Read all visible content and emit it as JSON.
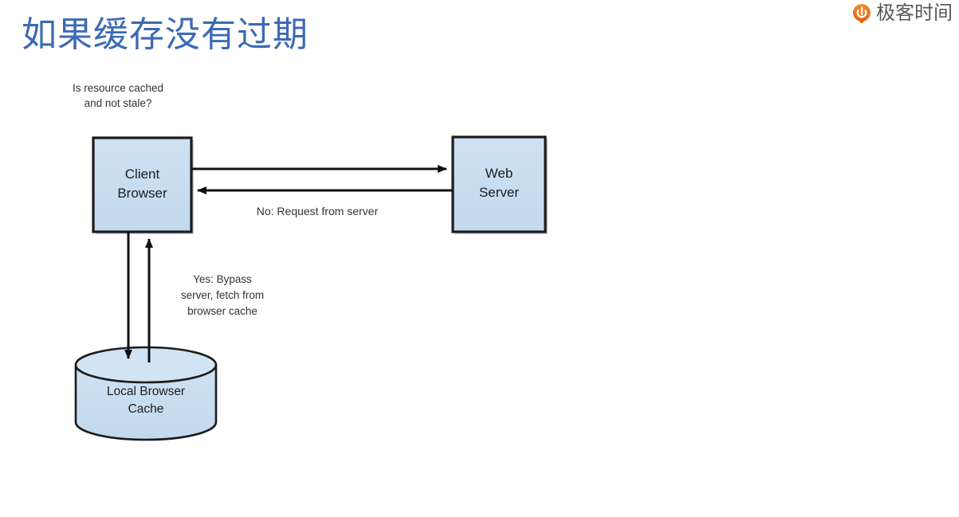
{
  "slide": {
    "title": "如果缓存没有过期"
  },
  "brand": {
    "icon": "geektime-drop-icon",
    "name": "极客时间",
    "icon_color": "#ec7019",
    "text_color": "#585858"
  },
  "diagram": {
    "type": "flowchart",
    "node_fill": "#c5dcf0",
    "node_stroke": "#1f1f1f",
    "nodes": [
      {
        "id": "client-browser",
        "shape": "rectangle",
        "label": "Client\nBrowser"
      },
      {
        "id": "web-server",
        "shape": "rectangle",
        "label": "Web\nServer"
      },
      {
        "id": "local-browser-cache",
        "shape": "cylinder",
        "label": "Local Browser\nCache"
      }
    ],
    "annotations": {
      "question": "Is resource cached\nand not stale?",
      "no_branch": "No: Request from server",
      "yes_branch": "Yes: Bypass\nserver, fetch from\nbrowser cache"
    },
    "edges": [
      {
        "id": "client-to-server",
        "from": "client-browser",
        "to": "web-server",
        "direction": "right"
      },
      {
        "id": "server-to-client",
        "from": "web-server",
        "to": "client-browser",
        "direction": "left"
      },
      {
        "id": "client-to-cache",
        "from": "client-browser",
        "to": "local-browser-cache",
        "direction": "down"
      },
      {
        "id": "cache-to-client",
        "from": "local-browser-cache",
        "to": "client-browser",
        "direction": "up"
      }
    ]
  }
}
